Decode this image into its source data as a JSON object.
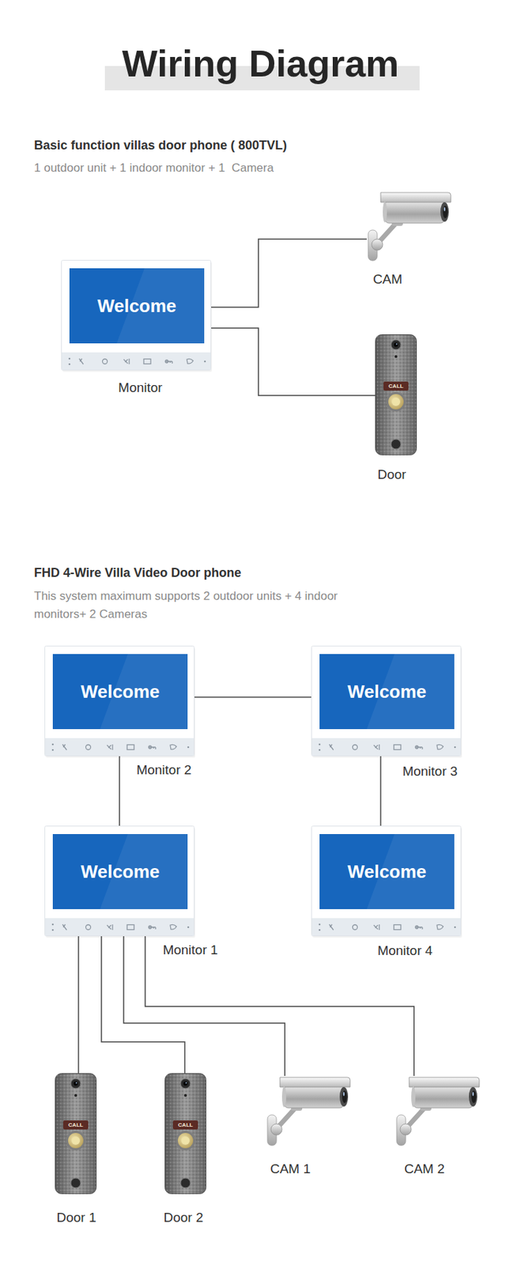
{
  "diagram": {
    "title": "Wiring Diagram",
    "nodes": [
      {
        "text": [
          "Welcome",
          "Monitor"
        ]
      },
      {
        "text": [
          "CAM"
        ]
      },
      {
        "text": [
          "CALL",
          "Door"
        ]
      },
      {
        "text": [
          "Welcome",
          "Monitor 2"
        ]
      },
      {
        "text": [
          "Welcome",
          "Monitor 3"
        ]
      },
      {
        "text": [
          "Welcome",
          "Monitor 1"
        ]
      },
      {
        "text": [
          "Welcome",
          "Monitor 4"
        ]
      },
      {
        "text": [
          "CALL",
          "Door 1"
        ]
      },
      {
        "text": [
          "CALL",
          "Door 2"
        ]
      },
      {
        "text": [
          "CAM 1"
        ]
      },
      {
        "text": [
          "CAM 2"
        ]
      }
    ],
    "edges": [
      {
        "from": 0,
        "to": 1,
        "arrow": "none"
      },
      {
        "from": 0,
        "to": 2,
        "arrow": "none"
      },
      {
        "from": 3,
        "to": 4,
        "arrow": "none"
      },
      {
        "from": 3,
        "to": 5,
        "arrow": "none"
      },
      {
        "from": 4,
        "to": 6,
        "arrow": "none"
      },
      {
        "from": 5,
        "to": 7,
        "arrow": "none"
      },
      {
        "from": 5,
        "to": 8,
        "arrow": "none"
      },
      {
        "from": 5,
        "to": 9,
        "arrow": "none"
      },
      {
        "from": 5,
        "to": 10,
        "arrow": "none"
      }
    ],
    "labels": [
      "Basic function villas door phone ( 800TVL)",
      "1 outdoor unit + 1 indoor monitor + 1  Camera",
      "FHD 4-Wire Villa Video Door phone",
      "This system maximum supports 2 outdoor units + 4 indoor monitors+ 2 Cameras"
    ]
  }
}
